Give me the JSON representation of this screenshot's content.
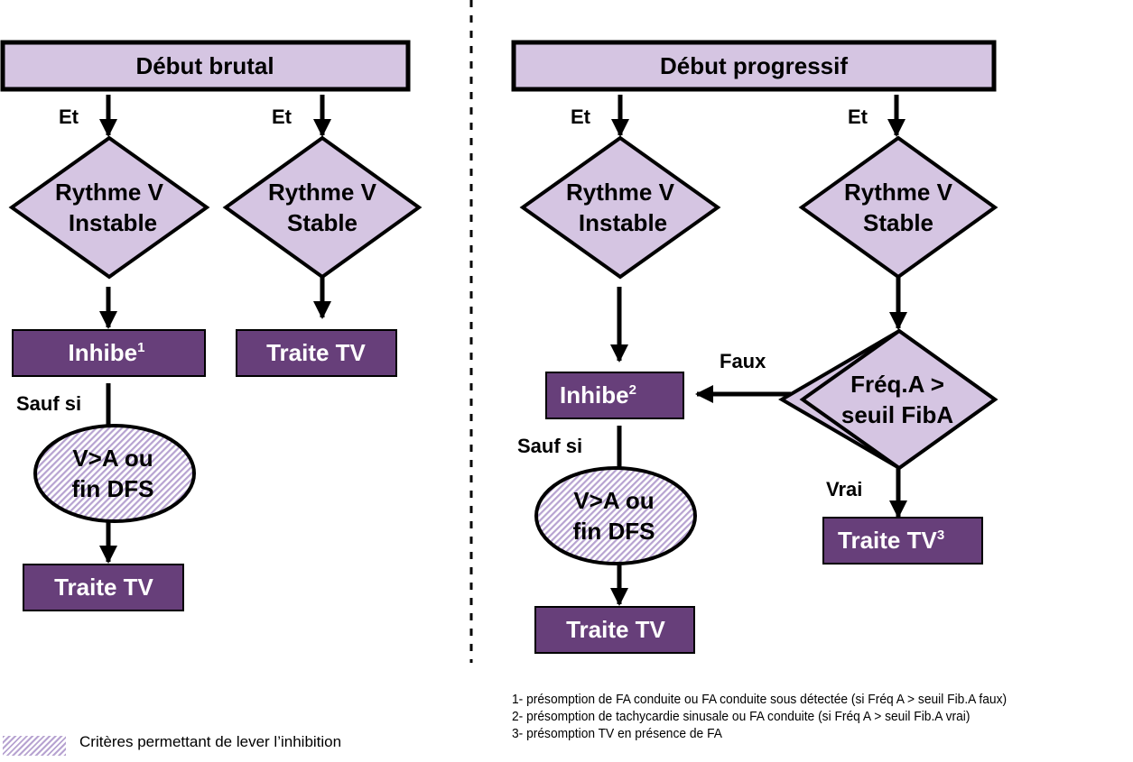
{
  "colors": {
    "light_fill": "#d5c5e2",
    "dark_fill": "#673f7a",
    "hatch": "#b7a3d1",
    "stroke": "#000000"
  },
  "left": {
    "header": "Début  brutal",
    "branch_labels": [
      "Et",
      "Et"
    ],
    "diamond_unstable": [
      "Rythme V",
      "Instable"
    ],
    "diamond_stable": [
      "Rythme V",
      "Stable"
    ],
    "inhibit": {
      "text": "Inhibe",
      "sup": "1"
    },
    "treat_stable": "Traite  TV",
    "unless_label": "Sauf si",
    "ellipse": [
      "V>A ou",
      "fin DFS"
    ],
    "treat_bottom": "Traite  TV"
  },
  "right": {
    "header": "Début  progressif",
    "branch_labels": [
      "Et",
      "Et"
    ],
    "diamond_unstable": [
      "Rythme V",
      "Instable"
    ],
    "diamond_stable": [
      "Rythme V",
      "Stable"
    ],
    "inhibit": {
      "text": "Inhibe",
      "sup": "2"
    },
    "false_label": "Faux",
    "diamond_freq": [
      "Fréq.A >",
      "seuil FibA"
    ],
    "true_label": "Vrai",
    "treat_true": {
      "text": "Traite  TV",
      "sup": "3"
    },
    "unless_label": "Sauf si",
    "ellipse": [
      "V>A ou",
      "fin DFS"
    ],
    "treat_bottom": "Traite  TV"
  },
  "footnotes": [
    "1- présomption  de FA conduite ou FA conduite sous détectée (si Fréq A > seuil Fib.A faux)",
    "2- présomption  de tachycardie sinusale ou FA conduite (si Fréq A > seuil  Fib.A vrai)",
    "3- présomption  TV en présence de FA"
  ],
  "legend": {
    "label": "Critères permettant de lever l’inhibition"
  }
}
